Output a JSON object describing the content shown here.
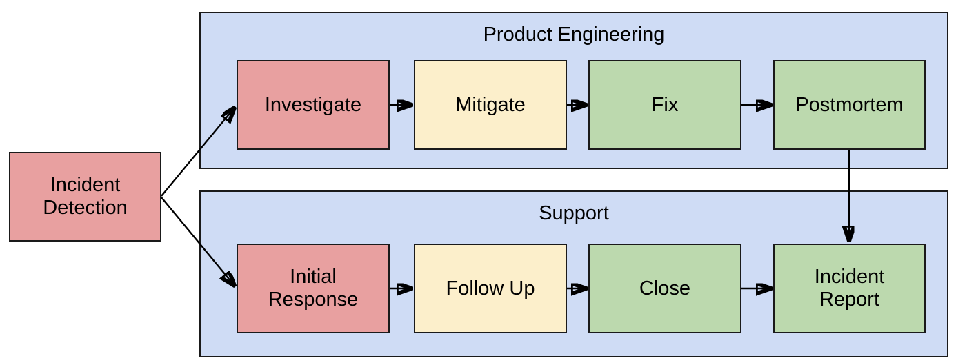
{
  "diagram": {
    "type": "swimlane-flowchart",
    "title": "",
    "colors": {
      "lane_fill": "#cfdcf5",
      "node_red": "#e8a0a0",
      "node_yellow": "#fcefcb",
      "node_green": "#bcd9ae",
      "stroke": "#1a1a1a",
      "background": "#ffffff"
    },
    "start_node": {
      "label": "Incident\nDetection",
      "fill": "node_red"
    },
    "lanes": [
      {
        "title": "Product Engineering",
        "nodes": [
          {
            "label": "Investigate",
            "fill": "node_red"
          },
          {
            "label": "Mitigate",
            "fill": "node_yellow"
          },
          {
            "label": "Fix",
            "fill": "node_green"
          },
          {
            "label": "Postmortem",
            "fill": "node_green"
          }
        ]
      },
      {
        "title": "Support",
        "nodes": [
          {
            "label": "Initial\nResponse",
            "fill": "node_red"
          },
          {
            "label": "Follow Up",
            "fill": "node_yellow"
          },
          {
            "label": "Close",
            "fill": "node_green"
          },
          {
            "label": "Incident\nReport",
            "fill": "node_green"
          }
        ]
      }
    ],
    "edges": [
      {
        "from": "Incident Detection",
        "to": "Investigate",
        "style": "diagonal-arrow"
      },
      {
        "from": "Incident Detection",
        "to": "Initial Response",
        "style": "diagonal-arrow"
      },
      {
        "from": "Investigate",
        "to": "Mitigate",
        "style": "horizontal-arrow"
      },
      {
        "from": "Mitigate",
        "to": "Fix",
        "style": "horizontal-arrow"
      },
      {
        "from": "Fix",
        "to": "Postmortem",
        "style": "horizontal-arrow"
      },
      {
        "from": "Initial Response",
        "to": "Follow Up",
        "style": "horizontal-arrow"
      },
      {
        "from": "Follow Up",
        "to": "Close",
        "style": "horizontal-arrow"
      },
      {
        "from": "Close",
        "to": "Incident Report",
        "style": "horizontal-arrow"
      },
      {
        "from": "Postmortem",
        "to": "Incident Report",
        "style": "vertical-arrow"
      }
    ]
  }
}
